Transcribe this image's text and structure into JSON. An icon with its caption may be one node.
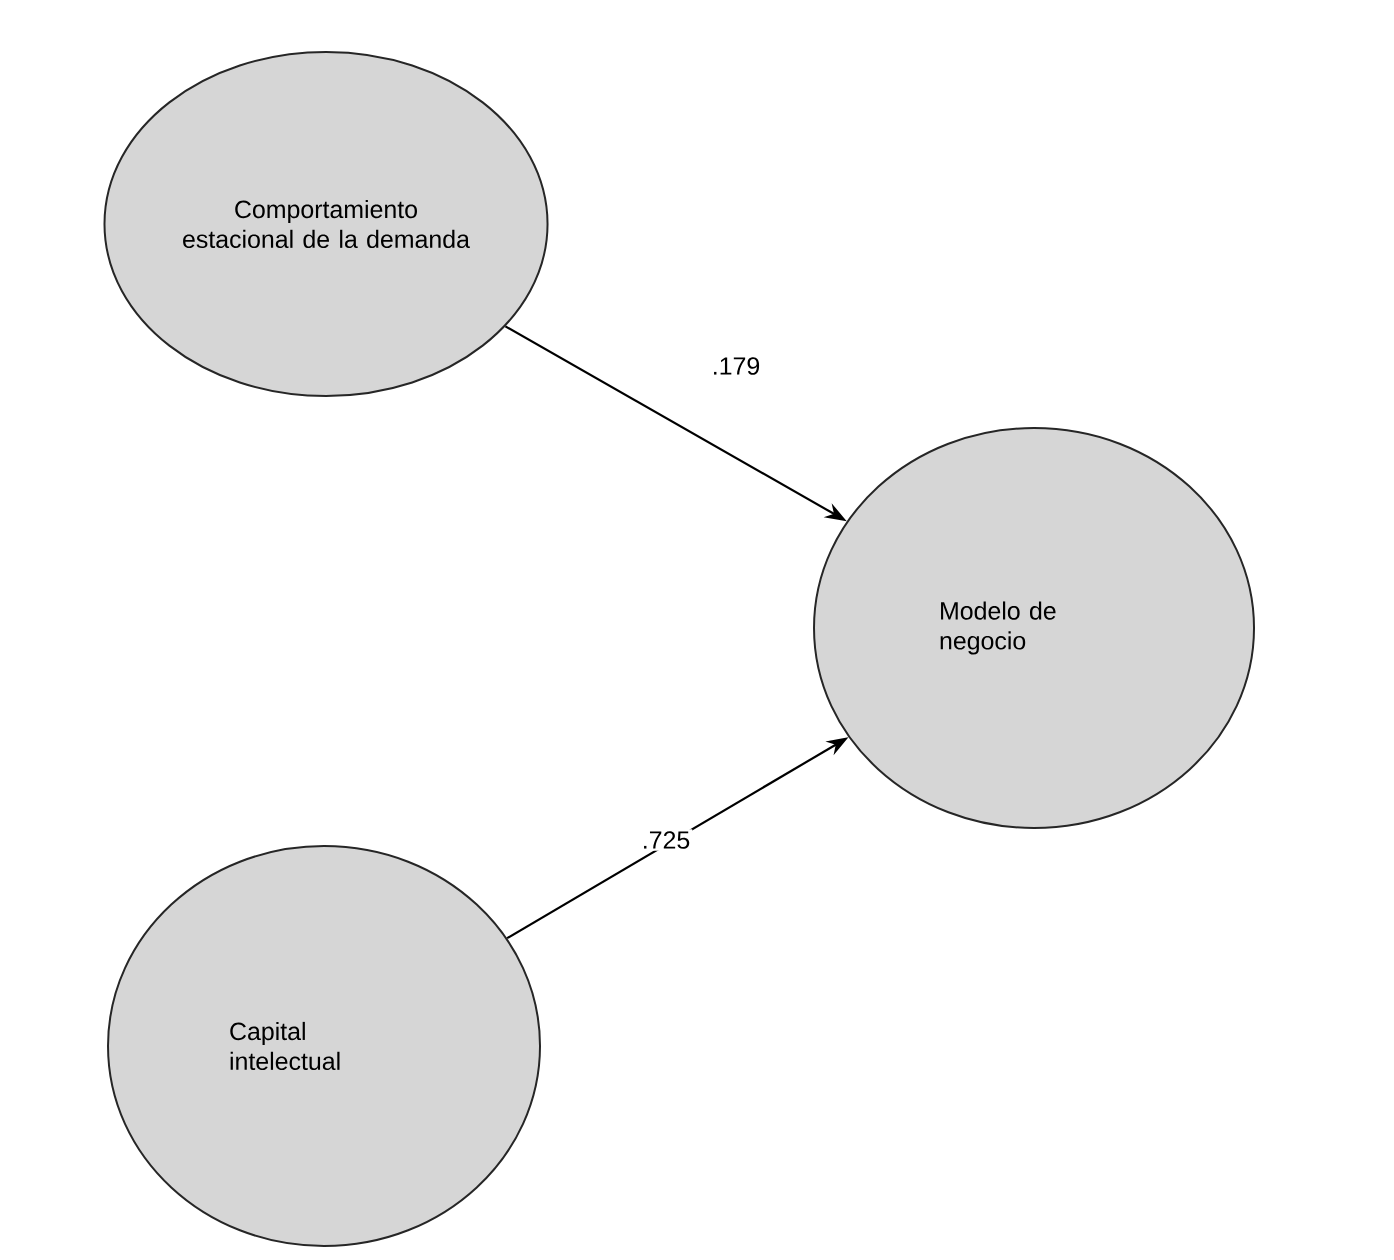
{
  "diagram": {
    "nodes": [
      {
        "text": [
          "Comportamiento estacional de la demanda"
        ]
      },
      {
        "text": [
          "Modelo de negocio"
        ]
      },
      {
        "text": [
          "Capital intelectual"
        ]
      }
    ],
    "edges": [
      {
        "from": 0,
        "to": 1,
        "arrow": "to",
        "label": ".179"
      },
      {
        "from": 2,
        "to": 1,
        "arrow": "to",
        "label": ".725"
      }
    ]
  }
}
